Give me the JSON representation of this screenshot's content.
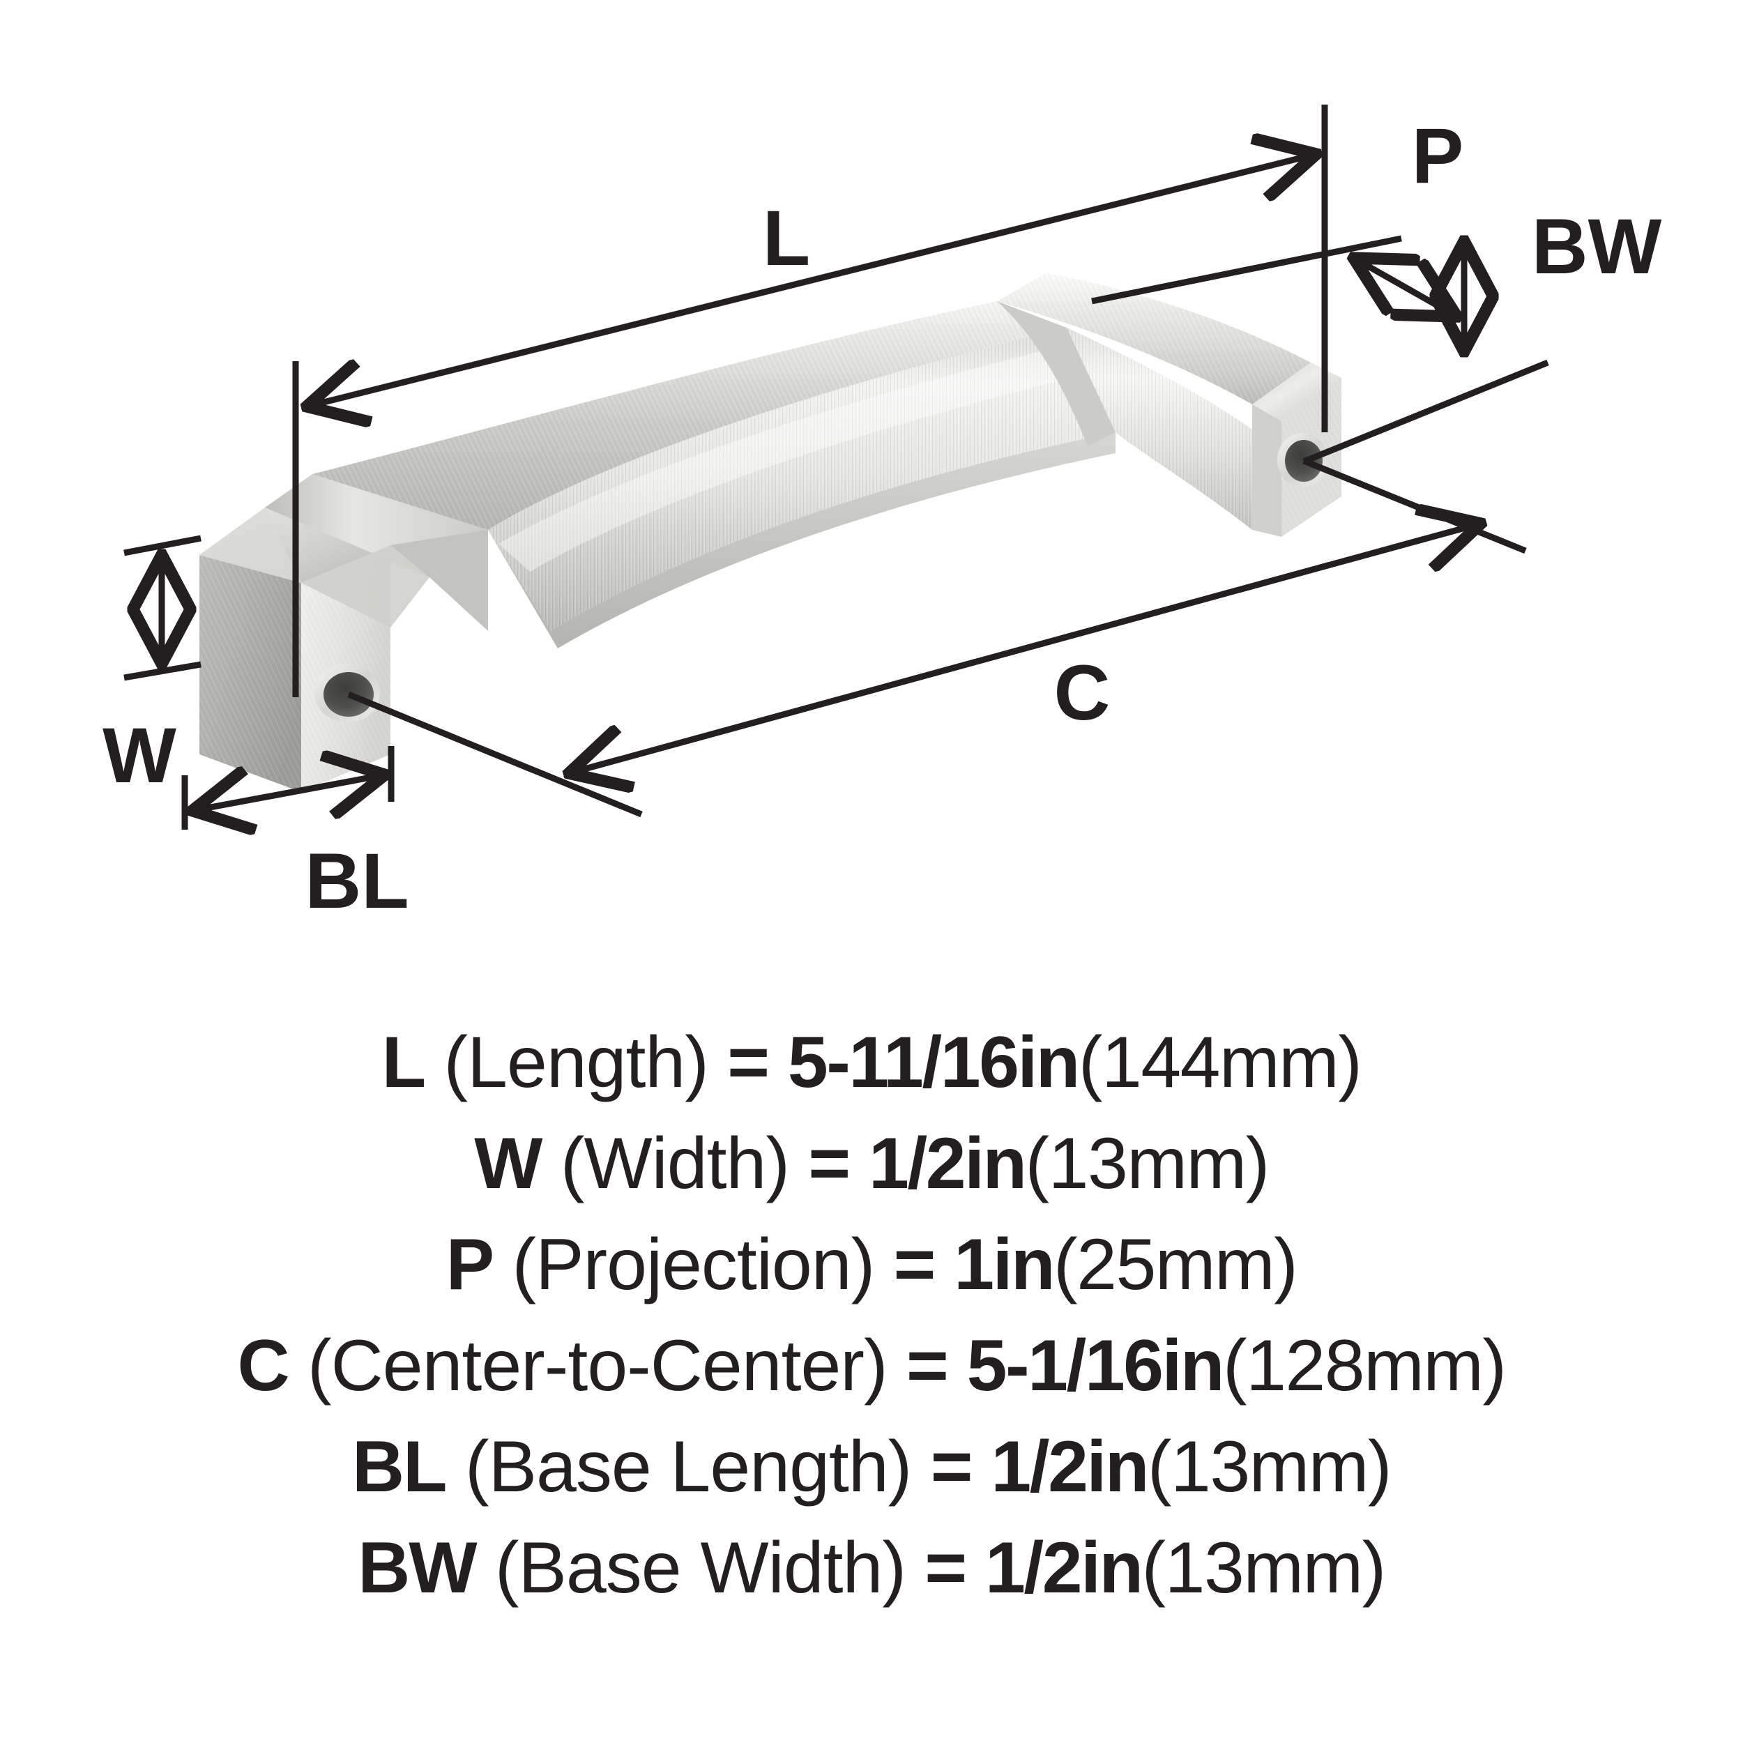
{
  "diagram": {
    "title": "cabinet-pull-dimension-diagram",
    "product": "brushed-nickel-cabinet-pull",
    "dimension_labels": {
      "length": "L",
      "width": "W",
      "projection": "P",
      "center_to_center": "C",
      "base_length": "BL",
      "base_width": "BW"
    },
    "colors": {
      "line": "#231f20",
      "text": "#231f20",
      "background": "#ffffff",
      "metal_light": "#efefed",
      "metal_mid": "#d2d2ce",
      "metal_dark": "#a9a9a5",
      "metal_shadow": "#8e8e8a",
      "hole_bore": "#4a4a48",
      "hole_rim": "#e2e2df"
    }
  },
  "specs": [
    {
      "symbol": "L",
      "description": "(Length)",
      "equals": "=",
      "value_in": "5-11/16in",
      "value_mm": "(144mm)"
    },
    {
      "symbol": "W",
      "description": "(Width)",
      "equals": "=",
      "value_in": "1/2in",
      "value_mm": "(13mm)"
    },
    {
      "symbol": "P",
      "description": "(Projection)",
      "equals": "=",
      "value_in": "1in",
      "value_mm": "(25mm)"
    },
    {
      "symbol": "C",
      "description": "(Center-to-Center)",
      "equals": "=",
      "value_in": "5-1/16in",
      "value_mm": "(128mm)"
    },
    {
      "symbol": "BL",
      "description": "(Base Length)",
      "equals": "=",
      "value_in": "1/2in",
      "value_mm": "(13mm)"
    },
    {
      "symbol": "BW",
      "description": "(Base Width)",
      "equals": "=",
      "value_in": "1/2in",
      "value_mm": "(13mm)"
    }
  ]
}
